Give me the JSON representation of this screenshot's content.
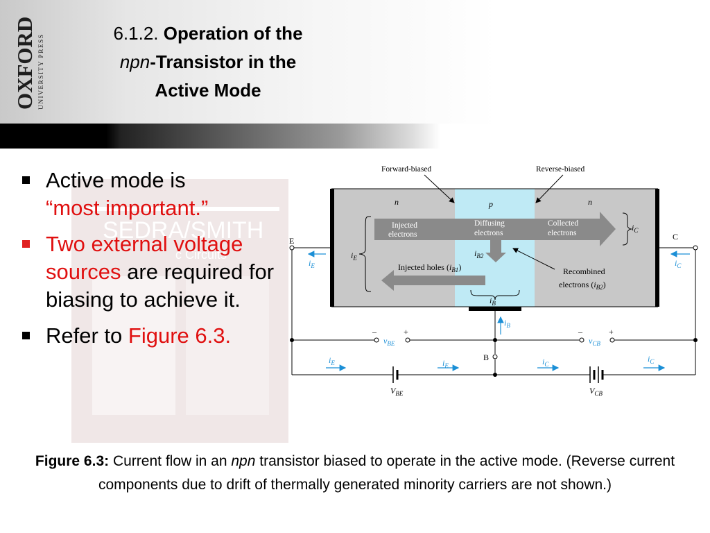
{
  "header": {
    "logo_main": "OXFORD",
    "logo_sub": "UNIVERSITY PRESS",
    "title_number": "6.1.2.",
    "title_bold_1": "Operation of the",
    "title_italic": "npn",
    "title_bold_2": "-Transistor in the",
    "title_bold_3": "Active Mode"
  },
  "bullets": {
    "b1_text": "Active mode is",
    "b1_highlight": "“most important.”",
    "b2_red": "Two external voltage sources",
    "b2_text": " are required for biasing to achieve it.",
    "b3_text": "Refer to ",
    "b3_red": "Figure 6.3."
  },
  "background_book": {
    "text_1": "SEDRA/SMITH",
    "text_2": "c Circuits"
  },
  "figure": {
    "forward_biased": "Forward-biased",
    "reverse_biased": "Reverse-biased",
    "region_n_left": "n",
    "region_p": "p",
    "region_n_right": "n",
    "injected_electrons_1": "Injected",
    "injected_electrons_2": "electrons",
    "diffusing_1": "Diffusing",
    "diffusing_2": "electrons",
    "collected_1": "Collected",
    "collected_2": "electrons",
    "ic_label": "i",
    "ic_sub": "C",
    "ie_label": "i",
    "ie_sub": "E",
    "ib2_label": "i",
    "ib2_sub": "B2",
    "injected_holes": "Injected holes (",
    "injected_holes_i": "i",
    "injected_holes_sub": "B1",
    "injected_holes_close": ")",
    "recombined_1": "Recombined",
    "recombined_2": "electrons (",
    "recombined_i": "i",
    "recombined_sub": "B2",
    "recombined_close": ")",
    "ib_label": "i",
    "ib_sub": "B",
    "terminal_E": "E",
    "terminal_C": "C",
    "terminal_B": "B",
    "vbe_label": "v",
    "vbe_sub": "BE",
    "vcb_label": "v",
    "vcb_sub": "CB",
    "minus": "–",
    "plus": "+",
    "VBE_label": "V",
    "VBE_sub": "BE",
    "VCB_label": "V",
    "VCB_sub": "CB",
    "colors": {
      "accent": "#1b8fd6",
      "p_region": "#bfeaf5",
      "n_region": "#c8c8c8",
      "arrow_gray": "#8a8a8a"
    }
  },
  "caption": {
    "bold": "Figure 6.3:",
    "text_1": " Current flow in an ",
    "italic": "npn",
    "text_2": " transistor biased to operate in the active mode. (Reverse current components due to drift of thermally generated minority carriers are not shown.)"
  }
}
